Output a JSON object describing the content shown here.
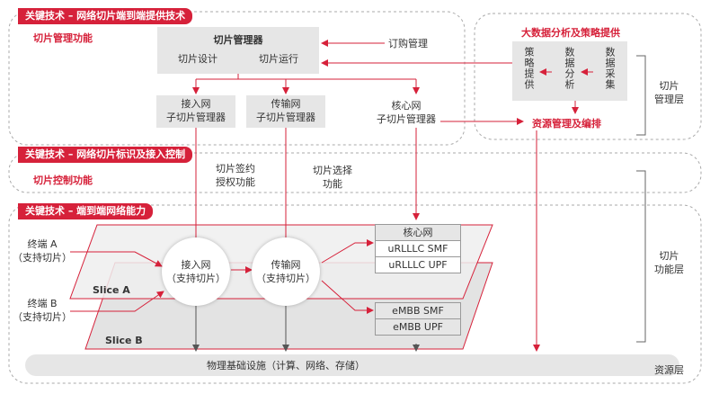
{
  "sections": {
    "provision": {
      "tag": "关键技术 – 网络切片端到端提供技术",
      "func": "切片管理功能"
    },
    "control": {
      "tag": "关键技术 – 网络切片标识及接入控制",
      "func": "切片控制功能"
    },
    "capability": {
      "tag": "关键技术 – 端到端网络能力"
    }
  },
  "slice_manager": {
    "title": "切片管理器",
    "design": "切片设计",
    "run": "切片运行"
  },
  "order_mgmt": "订购管理",
  "sub_managers": {
    "access": "接入网\n子切片管理器",
    "transport": "传输网\n子切片管理器",
    "core": "核心网\n子切片管理器"
  },
  "big_data": {
    "title": "大数据分析及策略提供",
    "col1": "策略提供",
    "col2": "数据分析",
    "col3": "数据采集"
  },
  "resource_mgmt": "资源管理及编排",
  "control_labels": {
    "sign": "切片签约\n授权功能",
    "select": "切片选择\n功能"
  },
  "terminals": {
    "a": "终端 A\n（支持切片）",
    "b": "终端 B\n（支持切片）"
  },
  "slices": {
    "a": "Slice A",
    "b": "Slice B"
  },
  "circles": {
    "access": "接入网\n（支持切片）",
    "transport": "传输网\n（支持切片）"
  },
  "core_net": {
    "title": "核心网",
    "smf_a": "uRLLLC SMF",
    "upf_a": "uRLLLC UPF",
    "smf_b": "eMBB SMF",
    "upf_b": "eMBB UPF"
  },
  "infrastructure": "物理基础设施（计算、网络、存储）",
  "layers": {
    "mgmt": "切片\n管理层",
    "func": "切片\n功能层",
    "resource": "资源层"
  },
  "colors": {
    "accent": "#d6213a",
    "box": "#e6e6e6"
  }
}
